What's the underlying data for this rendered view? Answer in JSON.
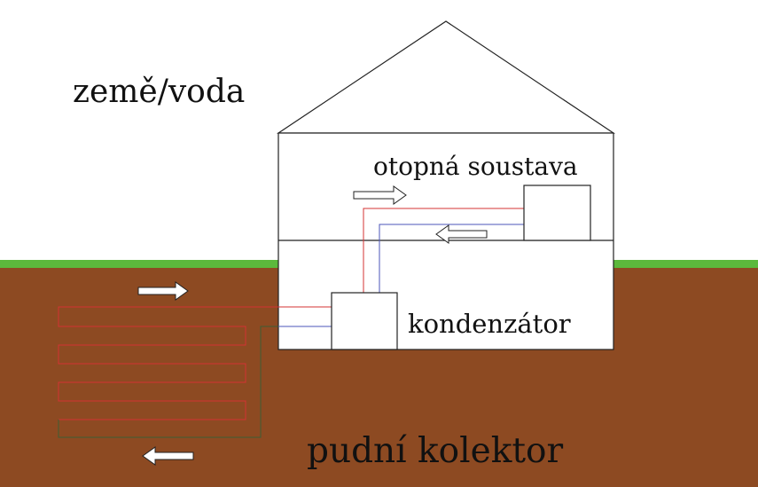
{
  "labels": {
    "source": "země/voda",
    "heating_system": "otopná soustava",
    "condenser": "kondenzátor",
    "ground_collector": "pudní kolektor"
  },
  "colors": {
    "sky": "#ffffff",
    "grass": "#5cb93c",
    "soil": "#8d4a22",
    "house_fill": "#ffffff",
    "outline": "#222222",
    "hot_pipe": "#d43333",
    "cold_pipe": "#4b55b8",
    "return_pipe": "#3d5e34"
  }
}
